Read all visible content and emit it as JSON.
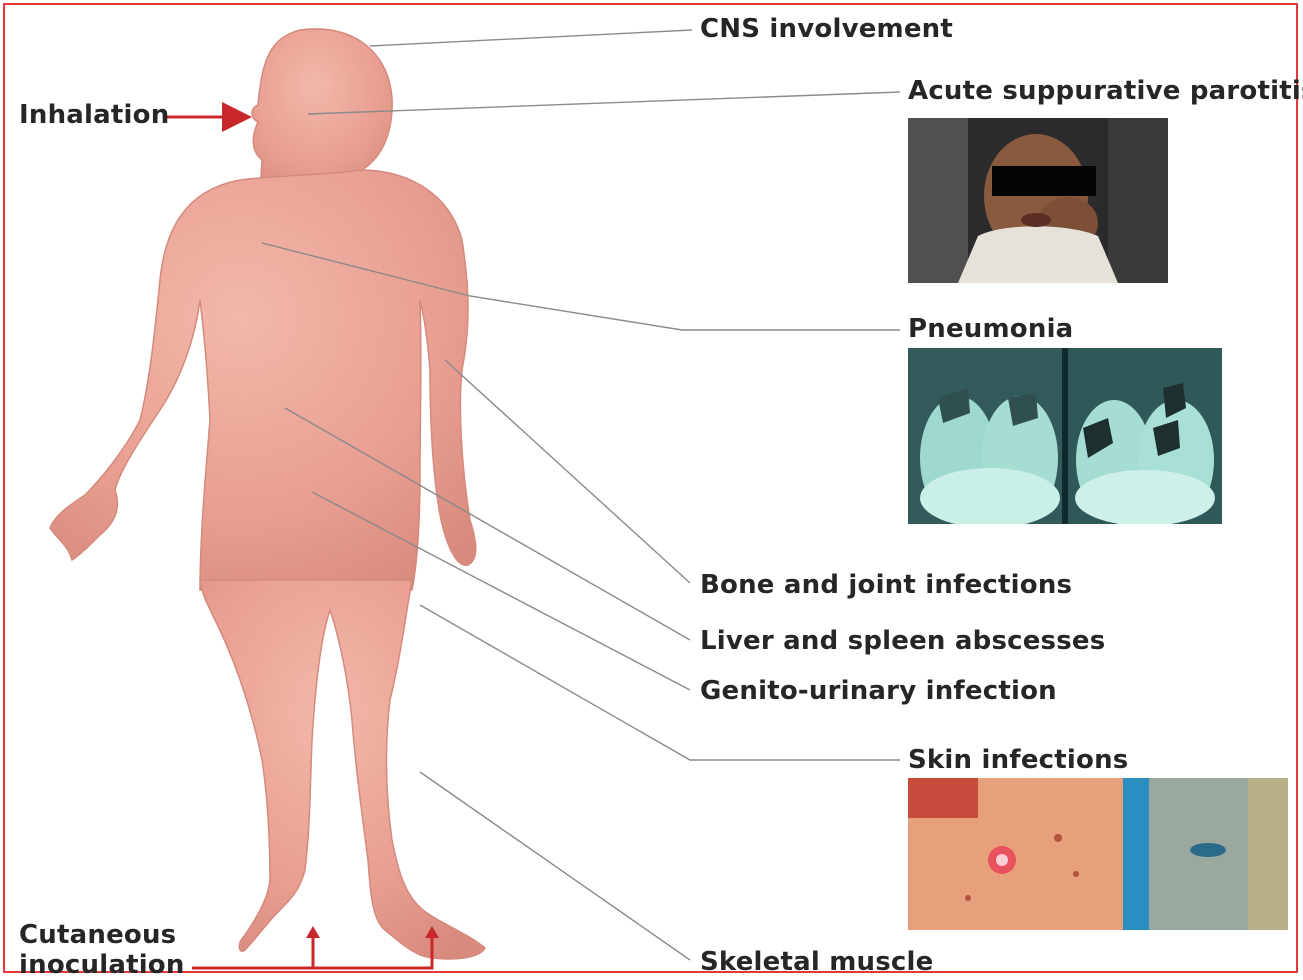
{
  "labels": {
    "cns": "CNS involvement",
    "parotitis": "Acute suppurative parotitis",
    "inhalation": "Inhalation",
    "pneumonia": "Pneumonia",
    "bone": "Bone and joint infections",
    "liver": "Liver and spleen abscesses",
    "genito": "Genito-urinary infection",
    "skin": "Skin infections",
    "cutaneous_line1": "Cutaneous",
    "cutaneous_line2": "inoculation",
    "skeletal": "Skeletal muscle"
  },
  "colors": {
    "border": "#e23a3a",
    "arrow": "#c8282a",
    "body": "#eaa294",
    "leader": "#8a8a8a",
    "text": "#262626"
  }
}
